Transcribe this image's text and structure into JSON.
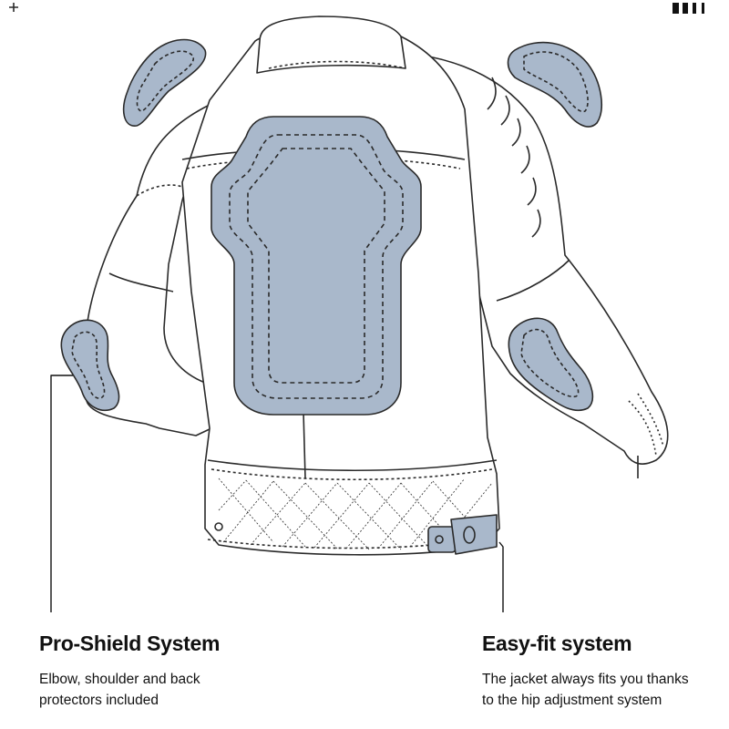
{
  "features": [
    {
      "title": "Pro-Shield System",
      "description": "Elbow, shoulder and back protectors included"
    },
    {
      "title": "Easy-fit system",
      "description": "The jacket always fits you thanks to the hip adjustment system"
    }
  ],
  "colors": {
    "protector": "#a9b8cb",
    "outline": "#2a2a2a",
    "jacket": "#ffffff"
  }
}
